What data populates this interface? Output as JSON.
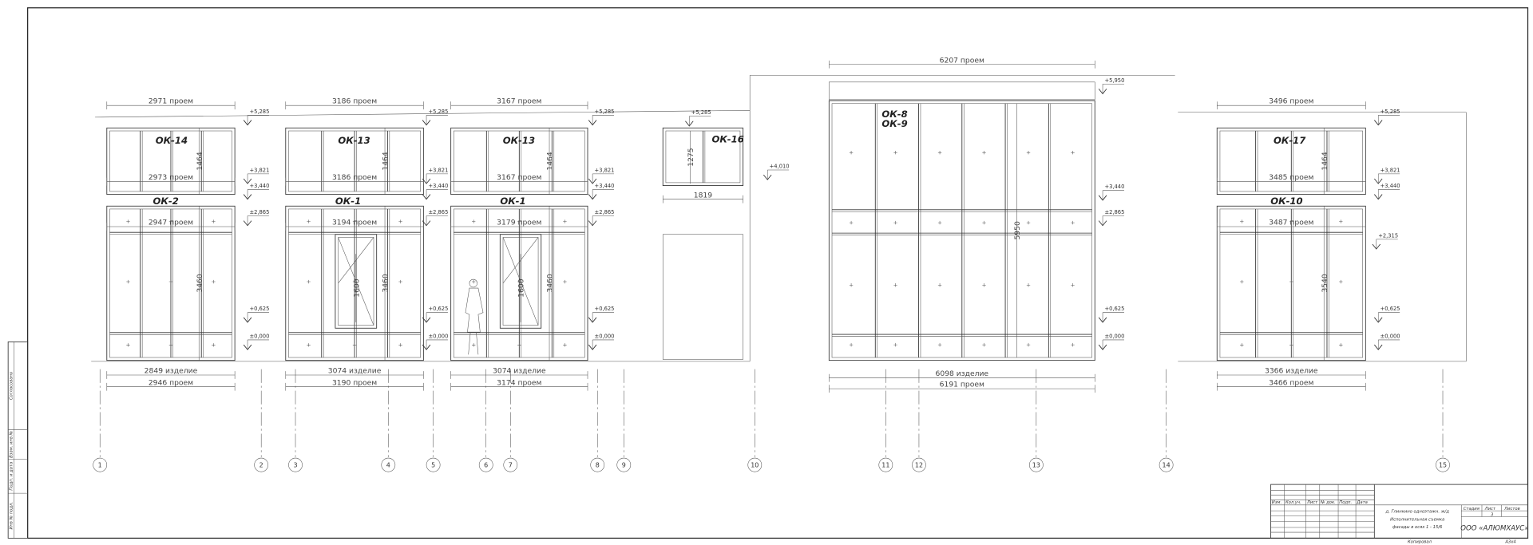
{
  "drawing": {
    "windows": [
      {
        "id": "ok14",
        "label": "ОК-14",
        "top_dim": "2971 проем",
        "inner_dim": "2973 проем",
        "height_dim": "1464"
      },
      {
        "id": "ok2",
        "label": "ОК-2",
        "inner_dim": "2947 проем",
        "height_dim": "3460",
        "bottom_dims": [
          "2849 изделие",
          "2946 проем"
        ]
      },
      {
        "id": "ok13a",
        "label": "ОК-13",
        "top_dim": "3186 проем",
        "inner_dim": "3186 проем",
        "height_dim": "1464"
      },
      {
        "id": "ok1a",
        "label": "ОК-1",
        "inner_dim": "3194 проем",
        "height_dim": "3460",
        "door_dim": "1600",
        "bottom_dims": [
          "3074 изделие",
          "3190 проем"
        ]
      },
      {
        "id": "ok13b",
        "label": "ОК-13",
        "top_dim": "3167 проем",
        "inner_dim": "3167 проем",
        "height_dim": "1464"
      },
      {
        "id": "ok1b",
        "label": "ОК-1",
        "inner_dim": "3179 проем",
        "height_dim": "3460",
        "door_dim": "1600",
        "bottom_dims": [
          "3074 изделие",
          "3174 проем"
        ]
      },
      {
        "id": "ok16",
        "label": "ОК-16",
        "height_dim": "1275",
        "bottom_dims": [
          "1819"
        ]
      },
      {
        "id": "ok8",
        "label": "ОК-8",
        "label2": "ОК-9",
        "top_dim": "6207 проем",
        "height_dim": "5950",
        "bottom_dims": [
          "6098 изделие",
          "6191 проем"
        ]
      },
      {
        "id": "ok17",
        "label": "ОК-17",
        "top_dim": "3496 проем",
        "inner_dim": "3485 проем",
        "height_dim": "1464"
      },
      {
        "id": "ok10",
        "label": "ОК-10",
        "inner_dim": "3487 проем",
        "height_dim": "3540",
        "bottom_dims": [
          "3366 изделие",
          "3466 проем"
        ]
      }
    ],
    "levels": [
      "+5,285",
      "+3,821",
      "+3,440",
      "±2,865",
      "+0,625",
      "±0,000",
      "+5,950",
      "+4,010",
      "+2,315"
    ],
    "axes": [
      "1",
      "2",
      "3",
      "4",
      "5",
      "6",
      "7",
      "8",
      "9",
      "10",
      "11",
      "12",
      "13",
      "14",
      "15"
    ]
  },
  "side_stamp": [
    "Согласовано",
    "Взам. инв №",
    "Подп. и дата",
    "Инв № подл."
  ],
  "title_block": {
    "columns": [
      "Изм.",
      "Кол.уч.",
      "Лист",
      "№ док.",
      "Подп.",
      "Дата"
    ],
    "description": [
      "д. Глинкино одноэтажн. ж/д",
      "Исполнительная съемка",
      "фасады в осях 1 - 15/6"
    ],
    "stage_label": "Стадия",
    "sheet_label": "Лист",
    "sheets_label": "Листов",
    "sheet_number": "3",
    "company": "ООО «АЛЮМХАУС»",
    "copied": "Копировал",
    "format": "А3х4"
  }
}
